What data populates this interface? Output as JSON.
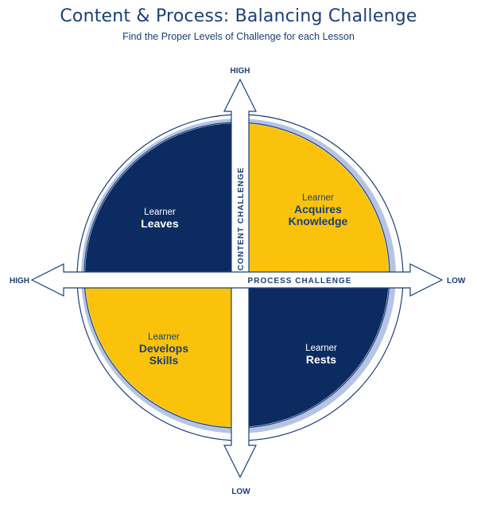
{
  "header": {
    "title": "Content & Process: Balancing Challenge",
    "subtitle": "Find the Proper Levels of Challenge for each Lesson"
  },
  "axes": {
    "vertical": {
      "label": "CONTENT CHALLENGE",
      "top_end": "HIGH",
      "bottom_end": "LOW"
    },
    "horizontal": {
      "label": "PROCESS CHALLENGE",
      "left_end": "HIGH",
      "right_end": "LOW"
    }
  },
  "quadrants": {
    "top_left": {
      "line1": "Learner",
      "line2": "Leaves",
      "line3": ""
    },
    "top_right": {
      "line1": "Learner",
      "line2": "Acquires",
      "line3": "Knowledge"
    },
    "bottom_left": {
      "line1": "Learner",
      "line2": "Develops",
      "line3": "Skills"
    },
    "bottom_right": {
      "line1": "Learner",
      "line2": "Rests",
      "line3": ""
    }
  },
  "colors": {
    "navy": "#0c2b61",
    "gold": "#fbc20c",
    "ring": "#b5c4e4",
    "text": "#1c3f78"
  }
}
